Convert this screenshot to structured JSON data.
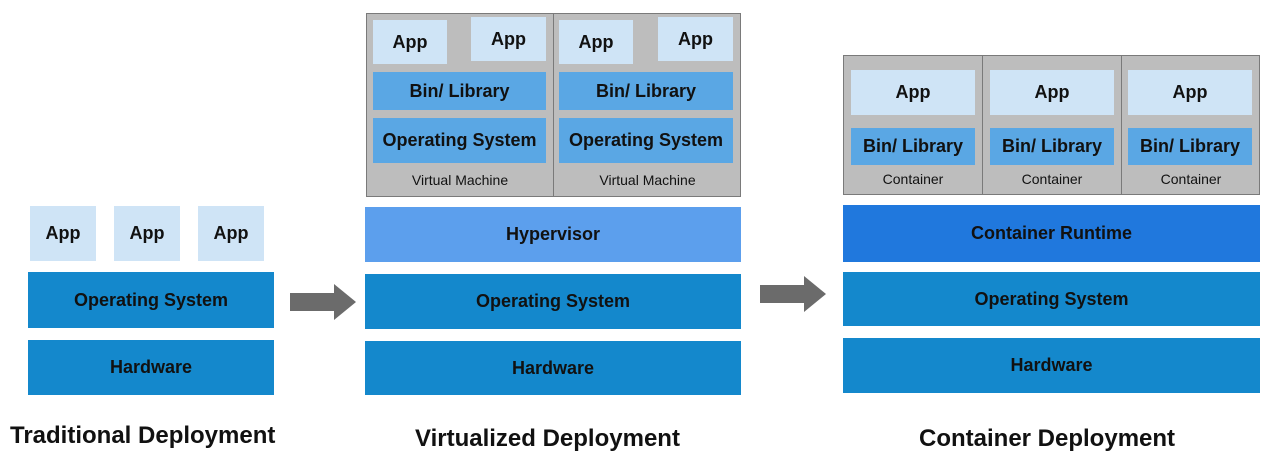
{
  "traditional": {
    "apps": [
      "App",
      "App",
      "App"
    ],
    "os": "Operating System",
    "hardware": "Hardware",
    "title": "Traditional Deployment"
  },
  "virtualized": {
    "vms": [
      {
        "apps": [
          "App",
          "App"
        ],
        "library": "Bin/ Library",
        "os": "Operating System",
        "label": "Virtual Machine"
      },
      {
        "apps": [
          "App",
          "App"
        ],
        "library": "Bin/ Library",
        "os": "Operating System",
        "label": "Virtual Machine"
      }
    ],
    "hypervisor": "Hypervisor",
    "os": "Operating System",
    "hardware": "Hardware",
    "title": "Virtualized Deployment"
  },
  "container": {
    "containers": [
      {
        "app": "App",
        "library": "Bin/ Library",
        "label": "Container"
      },
      {
        "app": "App",
        "library": "Bin/ Library",
        "label": "Container"
      },
      {
        "app": "App",
        "library": "Bin/ Library",
        "label": "Container"
      }
    ],
    "runtime": "Container Runtime",
    "os": "Operating System",
    "hardware": "Hardware",
    "title": "Container Deployment"
  },
  "colors": {
    "app": "#cfe4f6",
    "library": "#5aa7e4",
    "os": "#1488cc",
    "hypervisor": "#5c9fed",
    "runtime": "#2078dd",
    "frame": "#bdbdbd",
    "arrow": "#6b6b6b"
  },
  "icons": [
    "arrow-right-icon",
    "arrow-right-icon"
  ]
}
